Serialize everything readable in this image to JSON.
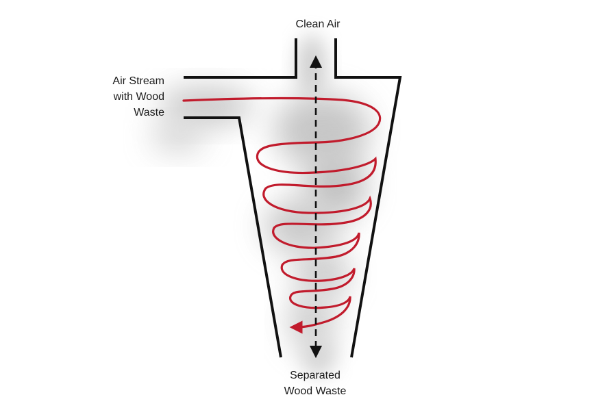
{
  "labels": {
    "outlet": "Clean Air",
    "inlet": [
      "Air Stream",
      "with Wood",
      "Waste"
    ],
    "discharge": [
      "Separated",
      "Wood Waste"
    ]
  },
  "colors": {
    "outline": "#111111",
    "spiral": "#c11b2c",
    "dust": "#9a9a9a",
    "axis_arrow": "#111111"
  }
}
